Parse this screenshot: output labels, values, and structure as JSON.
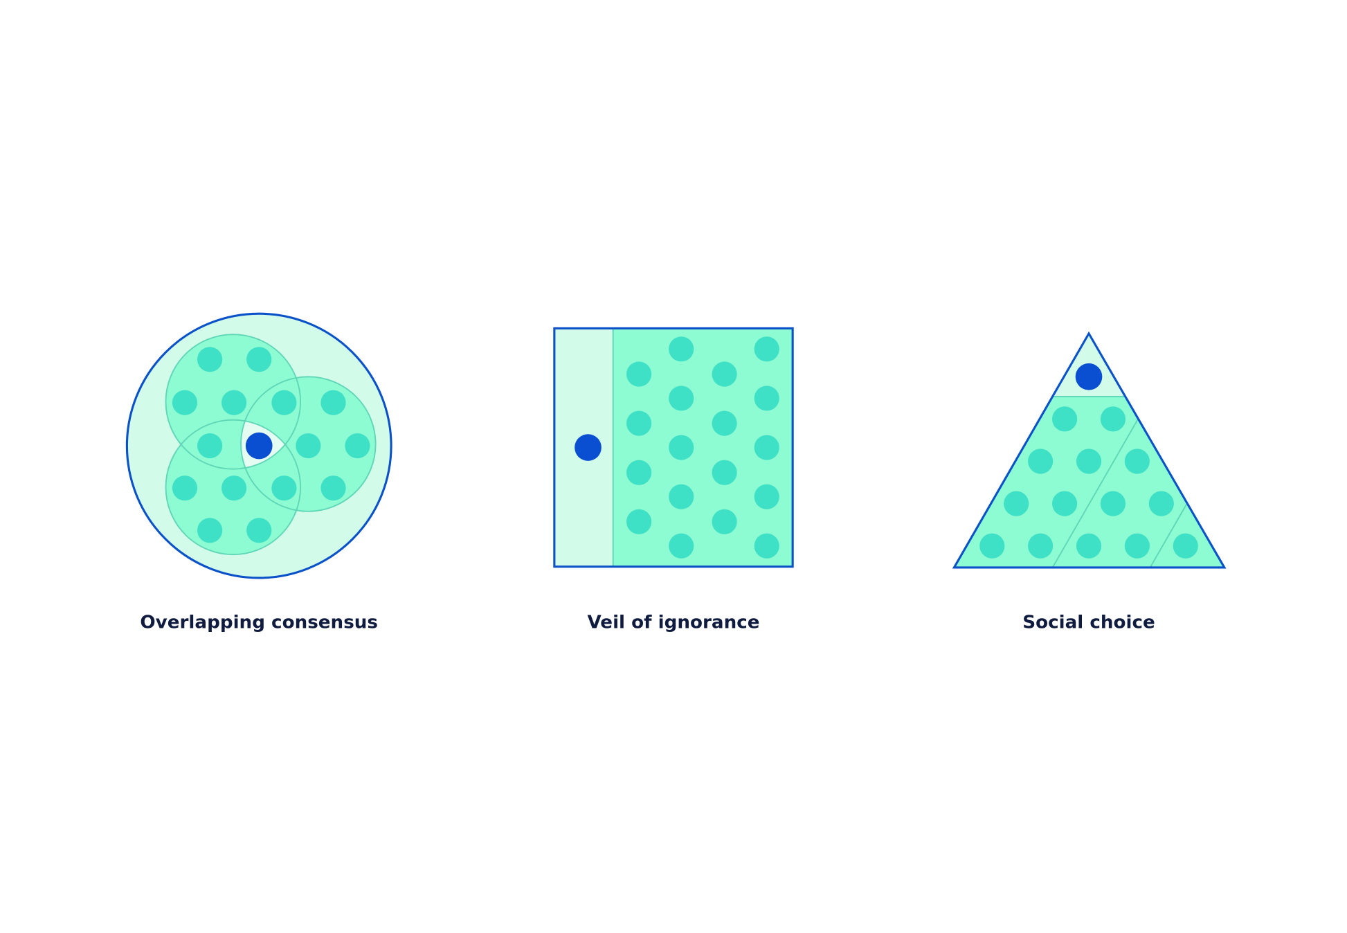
{
  "colors": {
    "outline": "#0b52c8",
    "light_fill": "#d3fbea",
    "group_fill": "#8efcd2",
    "group_stroke": "#5fd6b6",
    "member_dot": "#3ee0c6",
    "highlight_dot": "#0a4fd1",
    "label": "#101c3f"
  },
  "diagrams": [
    {
      "label": "Overlapping consensus",
      "icon": "overlapping-circles-icon"
    },
    {
      "label": "Veil of ignorance",
      "icon": "square-with-strip-icon"
    },
    {
      "label": "Social choice",
      "icon": "triangle-pyramid-icon"
    }
  ]
}
